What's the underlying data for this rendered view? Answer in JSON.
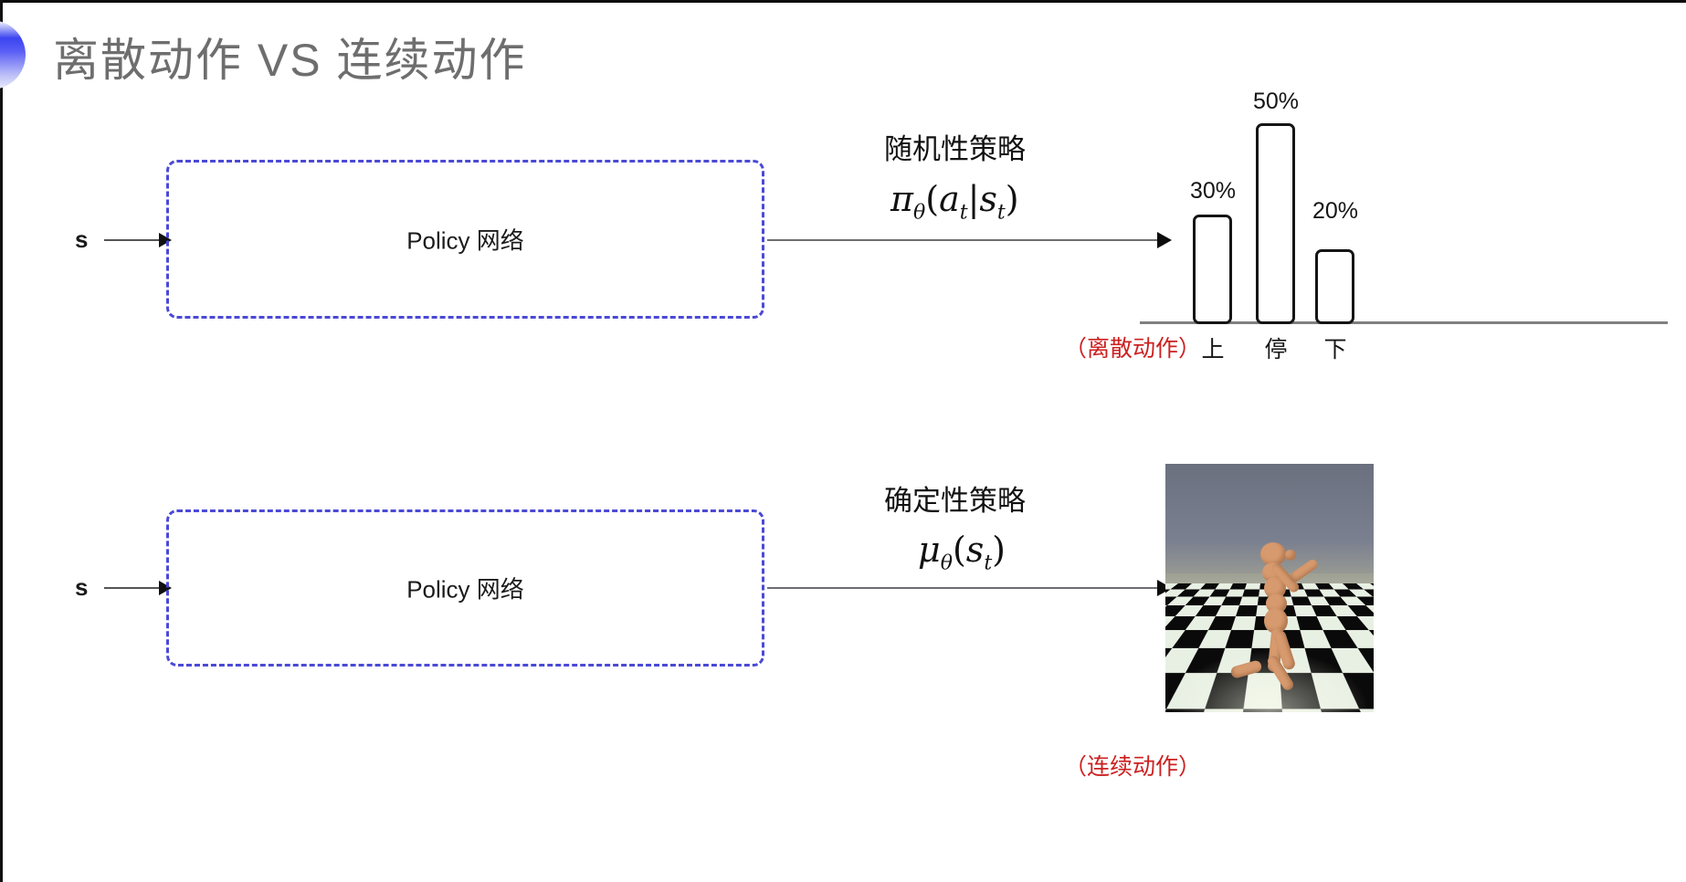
{
  "slide": {
    "title": "离散动作 VS 连续动作",
    "title_color": "#6e6e6e",
    "accent_color": "#4a49d6",
    "note_color": "#cc2020"
  },
  "rows": [
    {
      "input_label": "s",
      "box_label": "Policy 网络",
      "policy_title": "随机性策略",
      "policy_formula_parts": {
        "symbol": "π",
        "subscript": "θ",
        "open": "(",
        "arg1": "a",
        "arg1_sub": "t",
        "pipe": "|",
        "arg2": "s",
        "arg2_sub": "t",
        "close": ")"
      },
      "note": "（离散动作）",
      "output_kind": "bar-chart"
    },
    {
      "input_label": "s",
      "box_label": "Policy 网络",
      "policy_title": "确定性策略",
      "policy_formula_parts": {
        "symbol": "μ",
        "subscript": "θ",
        "open": "(",
        "arg1": "s",
        "arg1_sub": "t",
        "close": ")"
      },
      "note": "（连续动作）",
      "output_kind": "humanoid-simulation"
    }
  ],
  "chart_data": {
    "type": "bar",
    "title": "",
    "xlabel": "",
    "ylabel": "",
    "categories": [
      "上",
      "停",
      "下"
    ],
    "values": [
      30,
      50,
      20
    ],
    "value_labels": [
      "30%",
      "50%",
      "20%"
    ],
    "ylim": [
      0,
      55
    ],
    "grid": false,
    "legend": null,
    "bar_style": {
      "fill": "#ffffff",
      "stroke": "#151515",
      "rounded": true
    }
  },
  "simulation": {
    "caption": "",
    "sky_color": "#6f7482",
    "floor_colors": [
      "#0a0a0a",
      "#e8f0e4"
    ],
    "body_color": "#d79a6e"
  }
}
